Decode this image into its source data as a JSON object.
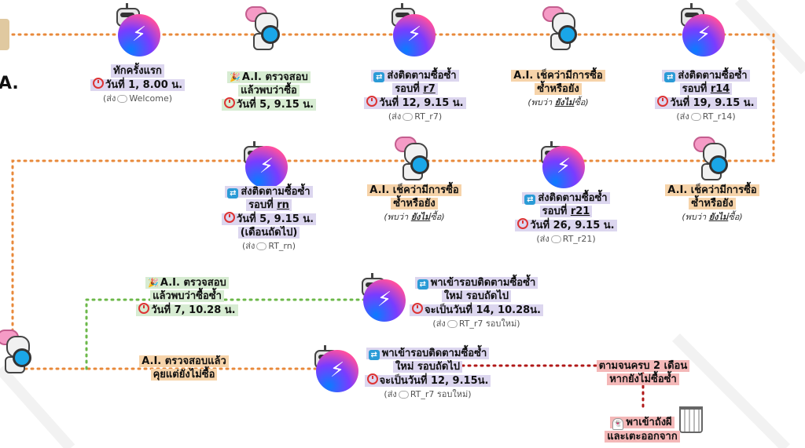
{
  "nodes": {
    "n1": {
      "line1": "ทักครั้งแรก",
      "time": "วันที่ 1, 8.00 น.",
      "sub_prefix": "(ส่ง",
      "sub_code": "Welcome)"
    },
    "n2": {
      "line1": "A.I. ตรวจสอบ",
      "line2": "แล้วพบว่าซื้อ",
      "time": "วันที่ 5, 9.15 น."
    },
    "n3": {
      "line1": "ส่งติดตามซื้อซ้ำ",
      "line2_prefix": "รอบที่",
      "line2_code": "r7",
      "time": "วันที่ 12, 9.15 น.",
      "sub_prefix": "(ส่ง",
      "sub_code": "RT_r7)"
    },
    "n4": {
      "line1": "A.I. เช็คว่ามีการซื้อ",
      "line2": "ซ้ำหรือยัง",
      "note_prefix": "(พบว่า",
      "note_em": "ยังไม่",
      "note_suffix": "ซื้อ)"
    },
    "n5": {
      "line1": "ส่งติดตามซื้อซ้ำ",
      "line2_prefix": "รอบที่",
      "line2_code": "r14",
      "time": "วันที่ 19, 9.15 น.",
      "sub_prefix": "(ส่ง",
      "sub_code": "RT_r14)"
    },
    "n6": {
      "line1": "ส่งติดตามซื้อซ้ำ",
      "line2_prefix": "รอบที่",
      "line2_code": "rn",
      "time": "วันที่ 5, 9.15 น.",
      "line4": "(เดือนถัดไป)",
      "sub_prefix": "(ส่ง",
      "sub_code": "RT_rn)"
    },
    "n7": {
      "line1": "A.I. เช็คว่ามีการซื้อ",
      "line2": "ซ้ำหรือยัง",
      "note_prefix": "(พบว่า",
      "note_em": "ยังไม่",
      "note_suffix": "ซื้อ)"
    },
    "n8": {
      "line1": "ส่งติดตามซื้อซ้ำ",
      "line2_prefix": "รอบที่",
      "line2_code": "r21",
      "time": "วันที่ 26, 9.15 น.",
      "sub_prefix": "(ส่ง",
      "sub_code": "RT_r21)"
    },
    "n9": {
      "line1": "A.I. เช็คว่ามีการซื้อ",
      "line2": "ซ้ำหรือยัง",
      "note_prefix": "(พบว่า",
      "note_em": "ยังไม่",
      "note_suffix": "ซื้อ)"
    },
    "n10": {
      "line1": "A.I. ตรวจสอบ",
      "line2": "แล้วพบว่าซื้อซ้ำ",
      "time": "วันที่ 7, 10.28 น."
    },
    "n11": {
      "line1": "พาเข้ารอบติดตามซื้อซ้ำ",
      "line2": "ใหม่ รอบถัดไป",
      "time": "จะเป็นวันที่ 14, 10.28น.",
      "sub_prefix": "(ส่ง",
      "sub_code": "RT_r7 รอบใหม่)"
    },
    "n12": {
      "line1": "A.I. ตรวจสอบแล้ว",
      "line2": "คุยแต่ยังไม่ซื้อ"
    },
    "n13": {
      "line1": "พาเข้ารอบติดตามซื้อซ้ำ",
      "line2": "ใหม่ รอบถัดไป",
      "time": "จะเป็นวันที่ 12, 9.15น.",
      "sub_prefix": "(ส่ง",
      "sub_code": "RT_r7 รอบใหม่)"
    },
    "n14": {
      "line1": "ตามจนครบ 2 เดือน",
      "line2": "หากยังไม่ซื้อซ้ำ"
    },
    "n15": {
      "line1": "พาเข้าถังผี",
      "line2": "และเตะออกจาก"
    },
    "left_edge": {
      "text": "A."
    }
  },
  "colors": {
    "purple_hl": "#dcd6ef",
    "green_hl": "#d7ecd2",
    "orange_hl": "#f6d3a9",
    "pink_hl": "#f4b8b8",
    "orange_line": "#e8893a",
    "green_line": "#6cb84a",
    "red_line": "#b01818"
  },
  "icons": [
    "messenger-icon",
    "robot-icon",
    "brain-robot-magnifier-icon",
    "clock-icon",
    "repeat-icon",
    "party-popper-icon",
    "chat-bubble-icon",
    "ghost-icon",
    "trash-bin-icon"
  ]
}
